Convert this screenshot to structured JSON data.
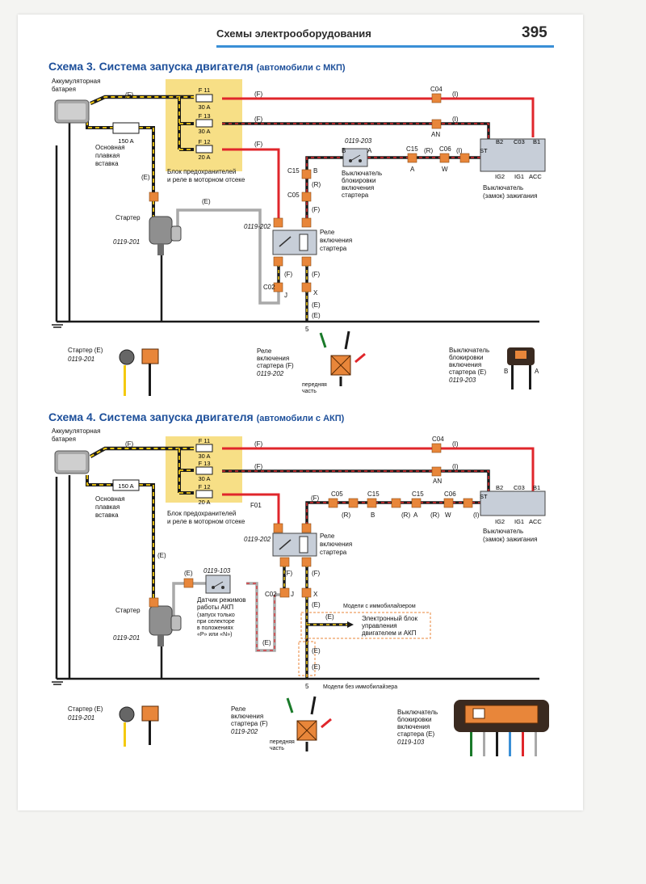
{
  "header": {
    "title": "Схемы электрооборудования",
    "page_number": "395"
  },
  "scheme3": {
    "title_main": "Схема 3. Система запуска двигателя",
    "title_sub": "(автомобили с МКП)",
    "battery": [
      "Аккумуляторная",
      "батарея"
    ],
    "fuse_main": "150 A",
    "fuse_main_label": [
      "Основная",
      "плавкая",
      "вставка"
    ],
    "fuses": [
      {
        "name": "F 11",
        "rating": "30 A"
      },
      {
        "name": "F 13",
        "rating": "30 A"
      },
      {
        "name": "F 12",
        "rating": "20 A"
      }
    ],
    "fuse_block_label": [
      "Блок предохранителей",
      "и реле в моторном отсеке"
    ],
    "starter": "Стартер",
    "starter_code": "0119-201",
    "relay_code": "0119-202",
    "relay_label": [
      "Реле",
      "включения",
      "стартера"
    ],
    "inhibit_code": "0119-203",
    "inhibit_label": [
      "Выключатель",
      "блокировки",
      "включения",
      "стартера"
    ],
    "ignition_label": [
      "Выключатель",
      "(замок) зажигания"
    ],
    "ignition_pins_top": [
      "ST",
      "B2",
      "C03",
      "B1"
    ],
    "ignition_pins_bottom": [
      "IG2",
      "IG1",
      "ACC"
    ],
    "connectors": {
      "c04": "C04",
      "c05": "C05",
      "c15": "C15",
      "c06": "C06",
      "c02": "C02",
      "an": "AN",
      "b": "B",
      "a": "A",
      "w": "W",
      "j": "J",
      "x": "X",
      "ground": "5"
    },
    "wires": {
      "f": "(F)",
      "i": "(I)",
      "r": "(R)",
      "e": "(E)"
    },
    "bottom": {
      "starter_label": "Стартер (E)",
      "starter_code": "0119-201",
      "relay_label": [
        "Реле",
        "включения",
        "стартера (F)"
      ],
      "relay_code": "0119-202",
      "front": [
        "передняя",
        "часть"
      ],
      "inhibit_label": [
        "Выключатель",
        "блокировки",
        "включения",
        "стартера (E)"
      ],
      "inhibit_code": "0119-203",
      "pin_b": "B",
      "pin_a": "A"
    }
  },
  "scheme4": {
    "title_main": "Схема 4. Система запуска двигателя",
    "title_sub": "(автомобили с АКП)",
    "battery": [
      "Аккумуляторная",
      "батарея"
    ],
    "fuse_main": "150 A",
    "fuse_main_label": [
      "Основная",
      "плавкая",
      "вставка"
    ],
    "fuses": [
      {
        "name": "F 11",
        "rating": "30 A"
      },
      {
        "name": "F 13",
        "rating": "30 A"
      },
      {
        "name": "F 12",
        "rating": "20 A"
      }
    ],
    "fuse_block_label": [
      "Блок предохранителей",
      "и реле в моторном отсеке"
    ],
    "f01": "F01",
    "starter": "Стартер",
    "starter_code": "0119-201",
    "relay_code": "0119-202",
    "relay_label": [
      "Реле",
      "включения",
      "стартера"
    ],
    "sensor_code": "0119-103",
    "sensor_label": [
      "Датчик режимов",
      "работы АКП",
      "(запуск только",
      "при селекторе",
      "в положениях",
      "«P» или «N»)"
    ],
    "ignition_label": [
      "Выключатель",
      "(замок) зажигания"
    ],
    "ignition_pins_top": [
      "ST",
      "B2",
      "C03",
      "B1"
    ],
    "ignition_pins_bottom": [
      "IG2",
      "IG1",
      "ACC"
    ],
    "connectors": {
      "c04": "C04",
      "c05": "C05",
      "c15": "C15",
      "c06": "C06",
      "c02": "C02",
      "an": "AN",
      "b": "B",
      "a": "A",
      "w": "W",
      "j": "J",
      "x": "X",
      "ground": "5"
    },
    "wires": {
      "f": "(F)",
      "i": "(I)",
      "r": "(R)",
      "e": "(E)"
    },
    "immo_label": "Модели с иммобилайзером",
    "no_immo_label": "Модели без иммобилайзера",
    "ecu_label": [
      "Электронный блок",
      "управления",
      "двигателем и АКП"
    ],
    "bottom": {
      "starter_label": "Стартер (E)",
      "starter_code": "0119-201",
      "relay_label": [
        "Реле",
        "включения",
        "стартера (F)"
      ],
      "relay_code": "0119-202",
      "front": [
        "передняя",
        "часть"
      ],
      "inhibit_label": [
        "Выключатель",
        "блокировки",
        "включения",
        "стартера (E)"
      ],
      "inhibit_code": "0119-103"
    }
  },
  "colors": {
    "title_blue": "#1d4f9a",
    "wire_red": "#e0262b",
    "wire_yellow": "#f4c90f",
    "wire_gray": "#a9a9a9",
    "connector_orange": "#e8863a",
    "fuse_block": "#f7df86",
    "header_rule": "#3a8fd6"
  }
}
